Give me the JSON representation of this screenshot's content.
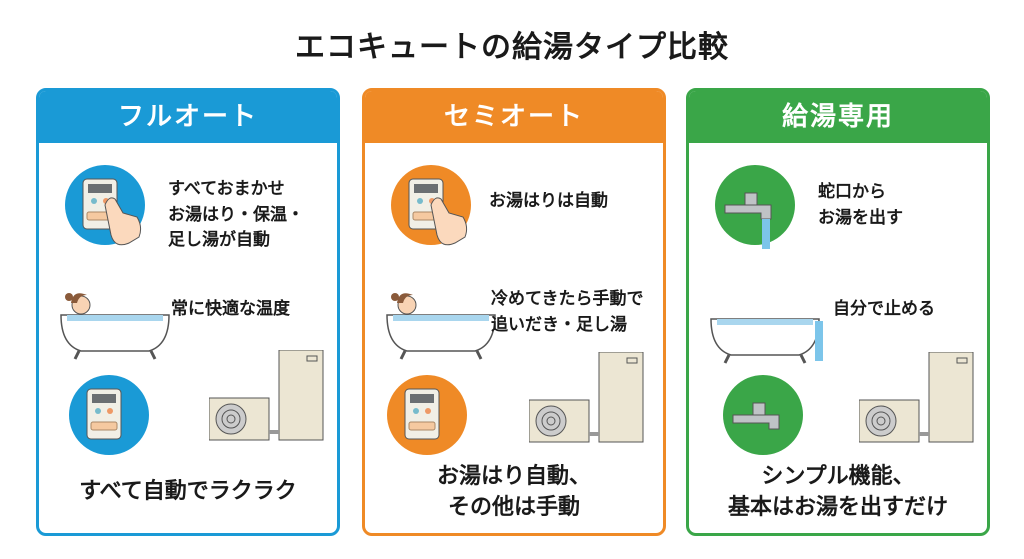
{
  "title": "エコキュートの給湯タイプ比較",
  "panels": [
    {
      "name": "フルオート",
      "color": "#1a9ad6",
      "items": [
        "すべておまかせ\nお湯はり・保温・\n足し湯が自動",
        "常に快適な温度"
      ],
      "footer": "すべて自動でラクラク"
    },
    {
      "name": "セミオート",
      "color": "#ef8a26",
      "items": [
        "お湯はりは自動",
        "冷めてきたら手動で\n追いだき・足し湯"
      ],
      "footer": "お湯はり自動、\nその他は手動"
    },
    {
      "name": "給湯専用",
      "color": "#3aa648",
      "items": [
        "蛇口から\nお湯を出す",
        "自分で止める"
      ],
      "footer": "シンプル機能、\n基本はお湯を出すだけ"
    }
  ]
}
